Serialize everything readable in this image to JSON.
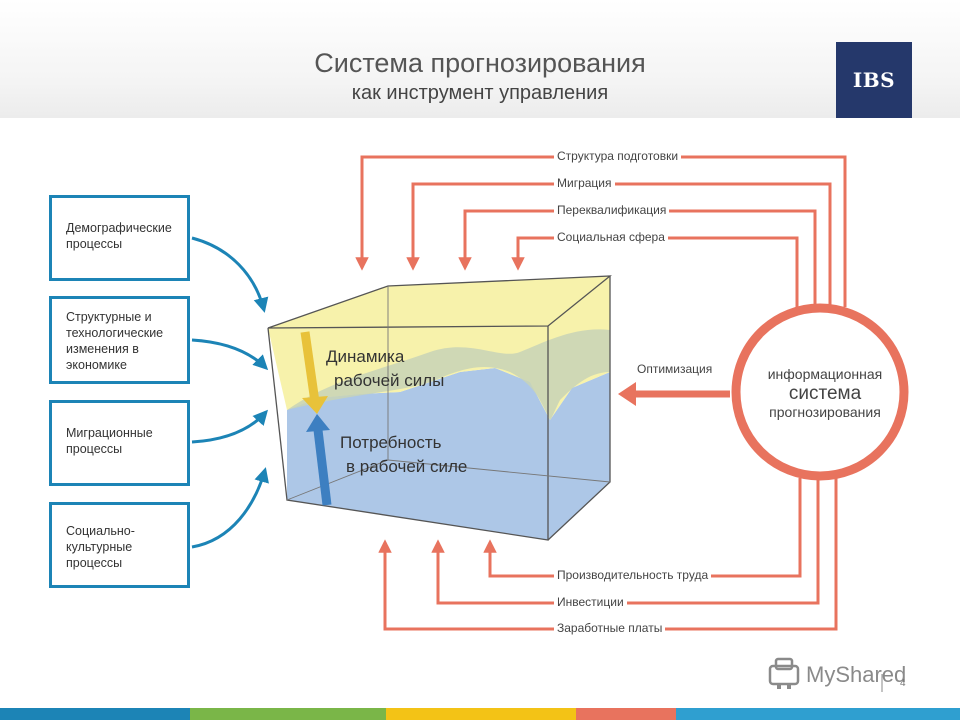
{
  "header": {
    "title": "Система прогнозирования",
    "subtitle": "как инструмент управления",
    "logo_text": "IBS"
  },
  "factors": [
    {
      "lines": [
        "Демографические",
        "процессы"
      ]
    },
    {
      "lines": [
        "Структурные и",
        "технологические",
        "изменения в",
        "экономике"
      ]
    },
    {
      "lines": [
        "Миграционные",
        "процессы"
      ]
    },
    {
      "lines": [
        "Социально-",
        "культурные",
        "процессы"
      ]
    }
  ],
  "cube": {
    "upper_label_1": "Динамика",
    "upper_label_2": "рабочей силы",
    "lower_label_1": "Потребность",
    "lower_label_2": "в рабочей силе"
  },
  "top_feedback": [
    "Структура подготовки",
    "Миграция",
    "Переквалификация",
    "Социальная сфера"
  ],
  "bottom_feedback": [
    "Производительность труда",
    "Инвестиции",
    "Заработные платы"
  ],
  "optimization_label": "Оптимизация",
  "system": {
    "line1": "информационная",
    "line2": "система",
    "line3": "прогнозирования"
  },
  "watermark": "MyShared",
  "page_number": "4",
  "colors": {
    "box_border": "#1c84b6",
    "feedback_arrow": "#e8735e",
    "circle": "#e8735e",
    "logo_bg": "#25386b",
    "upper_layer": "#f7f1a6",
    "lower_layer": "#a9c4e6"
  }
}
